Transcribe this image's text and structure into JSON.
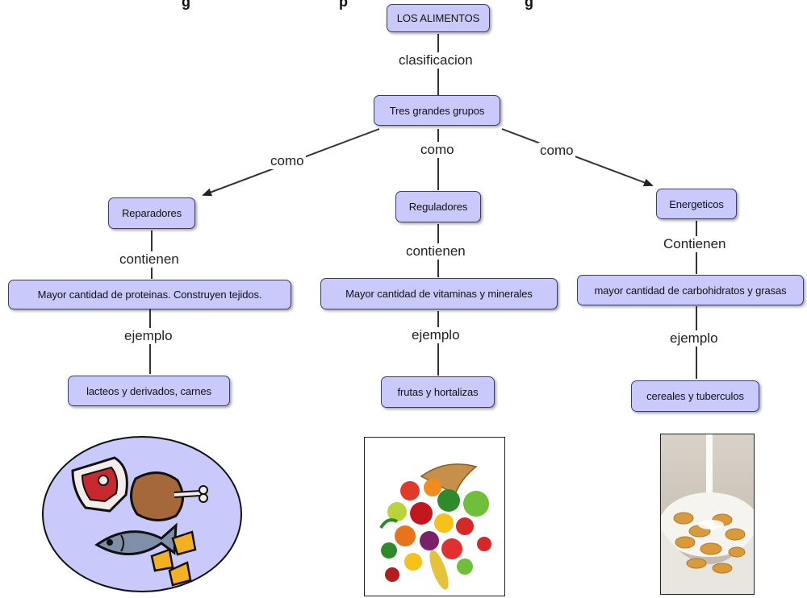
{
  "title_fragment_left": "g",
  "title_fragment_middle": "p",
  "title_fragment_right": "g",
  "nodes": {
    "root": "LOS ALIMENTOS",
    "groups": "Tres grandes grupos",
    "reparadores": "Reparadores",
    "reguladores": "Reguladores",
    "energeticos": "Energeticos",
    "rep_desc": "Mayor cantidad de proteinas. Construyen tejidos.",
    "reg_desc": "Mayor cantidad de vitaminas y minerales",
    "ene_desc": "mayor cantidad de carbohidratos y grasas",
    "rep_ex": "lacteos y derivados, carnes",
    "reg_ex": "frutas y hortalizas",
    "ene_ex": "cereales y tuberculos"
  },
  "links": {
    "clasificacion": "clasificacion",
    "como_left": "como",
    "como_mid": "como",
    "como_right": "como",
    "contienen_left": "contienen",
    "contienen_mid": "contienen",
    "contienen_right": "Contienen",
    "ejemplo_left": "ejemplo",
    "ejemplo_mid": "ejemplo",
    "ejemplo_right": "ejemplo"
  },
  "colors": {
    "node_fill": "#c9c9fb",
    "node_border": "#3c3c6a",
    "line": "#333333"
  }
}
